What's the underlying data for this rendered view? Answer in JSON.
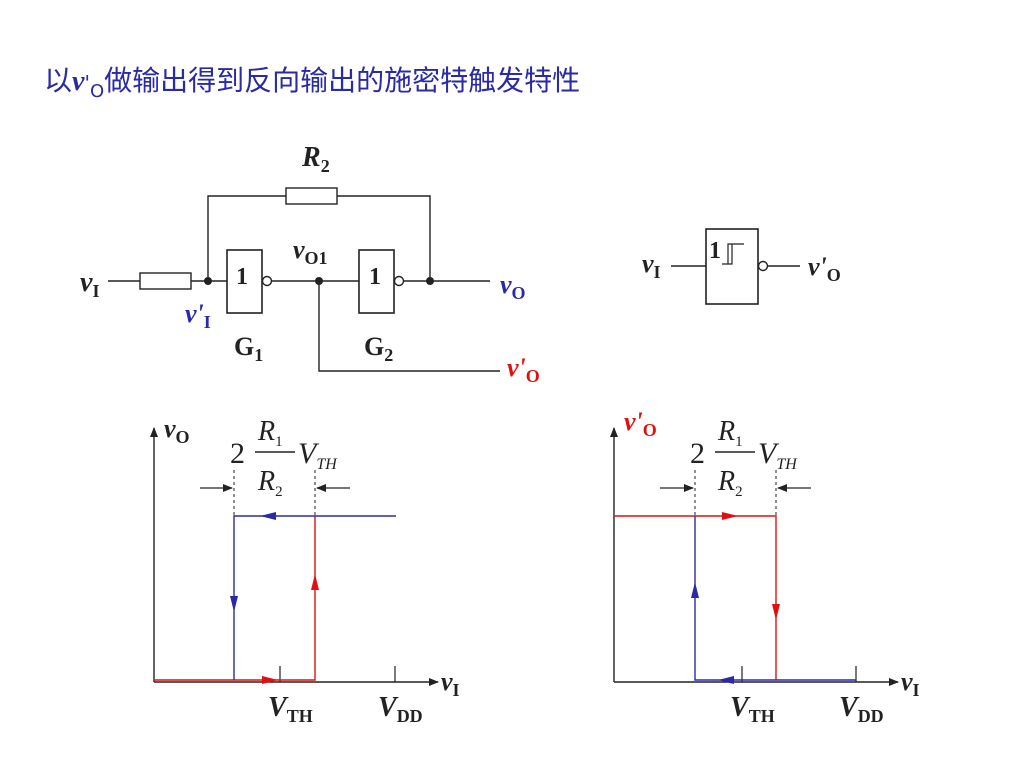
{
  "title": {
    "prefix": "以",
    "var": "v",
    "prime": "'",
    "sub": "O",
    "suffix": "做输出得到反向输出的施密特触发特性"
  },
  "circuit": {
    "r2_label": "R",
    "r2_sub": "2",
    "vi_label": "v",
    "vi_sub": "I",
    "vprime_i_label": "v'",
    "vprime_i_sub": "I",
    "vo1_label": "v",
    "vo1_sub": "O1",
    "vo_label": "v",
    "vo_sub": "O",
    "vprime_o_label": "v'",
    "vprime_o_sub": "O",
    "gate1_text": "1",
    "gate2_text": "1",
    "g1_label": "G",
    "g1_sub": "1",
    "g2_label": "G",
    "g2_sub": "2"
  },
  "symbol": {
    "in_label": "v",
    "in_sub": "I",
    "gate_text": "1",
    "out_label": "v'",
    "out_sub": "O"
  },
  "graph_left": {
    "y_label": "v",
    "y_sub": "O",
    "x_label": "v",
    "x_sub": "I",
    "coef": "2",
    "num": "R",
    "num_sub": "1",
    "den": "R",
    "den_sub": "2",
    "vth": "V",
    "vth_sub": "TH",
    "tick1": "V",
    "tick1_sub": "TH",
    "tick2": "V",
    "tick2_sub": "DD"
  },
  "graph_right": {
    "y_label": "v'",
    "y_sub": "O",
    "x_label": "v",
    "x_sub": "I",
    "coef": "2",
    "num": "R",
    "num_sub": "1",
    "den": "R",
    "den_sub": "2",
    "vth": "V",
    "vth_sub": "TH",
    "tick1": "V",
    "tick1_sub": "TH",
    "tick2": "V",
    "tick2_sub": "DD"
  },
  "colors": {
    "title": "#2a2aa6",
    "blue": "#2a2aa6",
    "red": "#e01010",
    "wire": "#222222"
  }
}
